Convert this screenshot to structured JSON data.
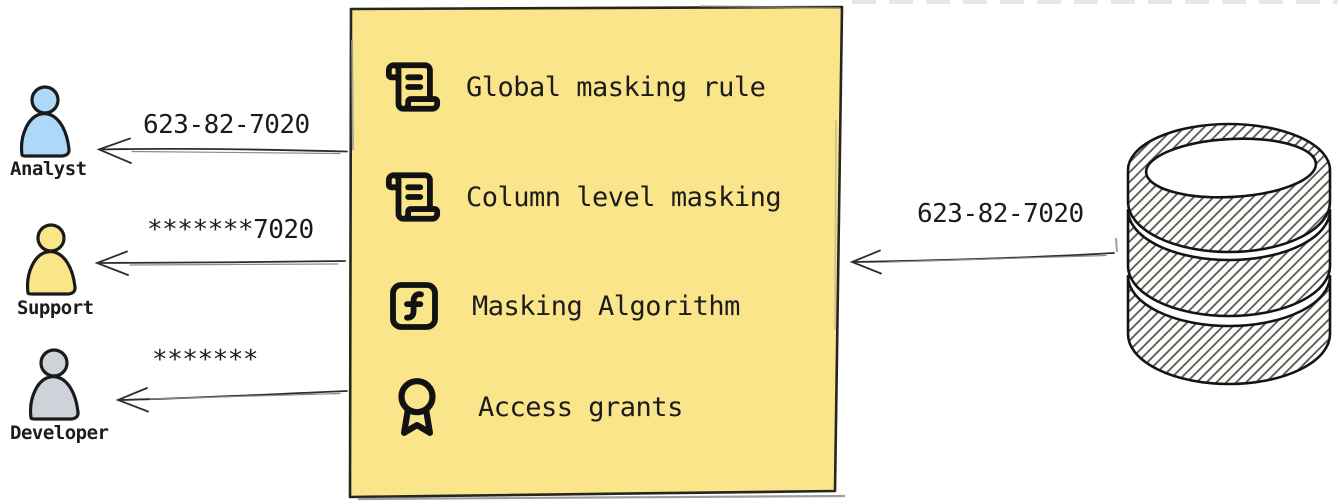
{
  "personas": [
    {
      "name": "Analyst",
      "received_value": "623-82-7020",
      "color": "#aed8f8"
    },
    {
      "name": "Support",
      "received_value": "*******7020",
      "color": "#fae588"
    },
    {
      "name": "Developer",
      "received_value": "*******",
      "color": "#ced3d9"
    }
  ],
  "masking_box": {
    "fill": "#fbe58a",
    "items": [
      {
        "icon": "scroll-text-icon",
        "label": "Global masking rule"
      },
      {
        "icon": "scroll-text-icon",
        "label": "Column level masking"
      },
      {
        "icon": "function-square-icon",
        "label": "Masking Algorithm"
      },
      {
        "icon": "award-icon",
        "label": "Access grants"
      }
    ]
  },
  "database": {
    "icon": "database-icon",
    "outgoing_value": "623-82-7020"
  }
}
